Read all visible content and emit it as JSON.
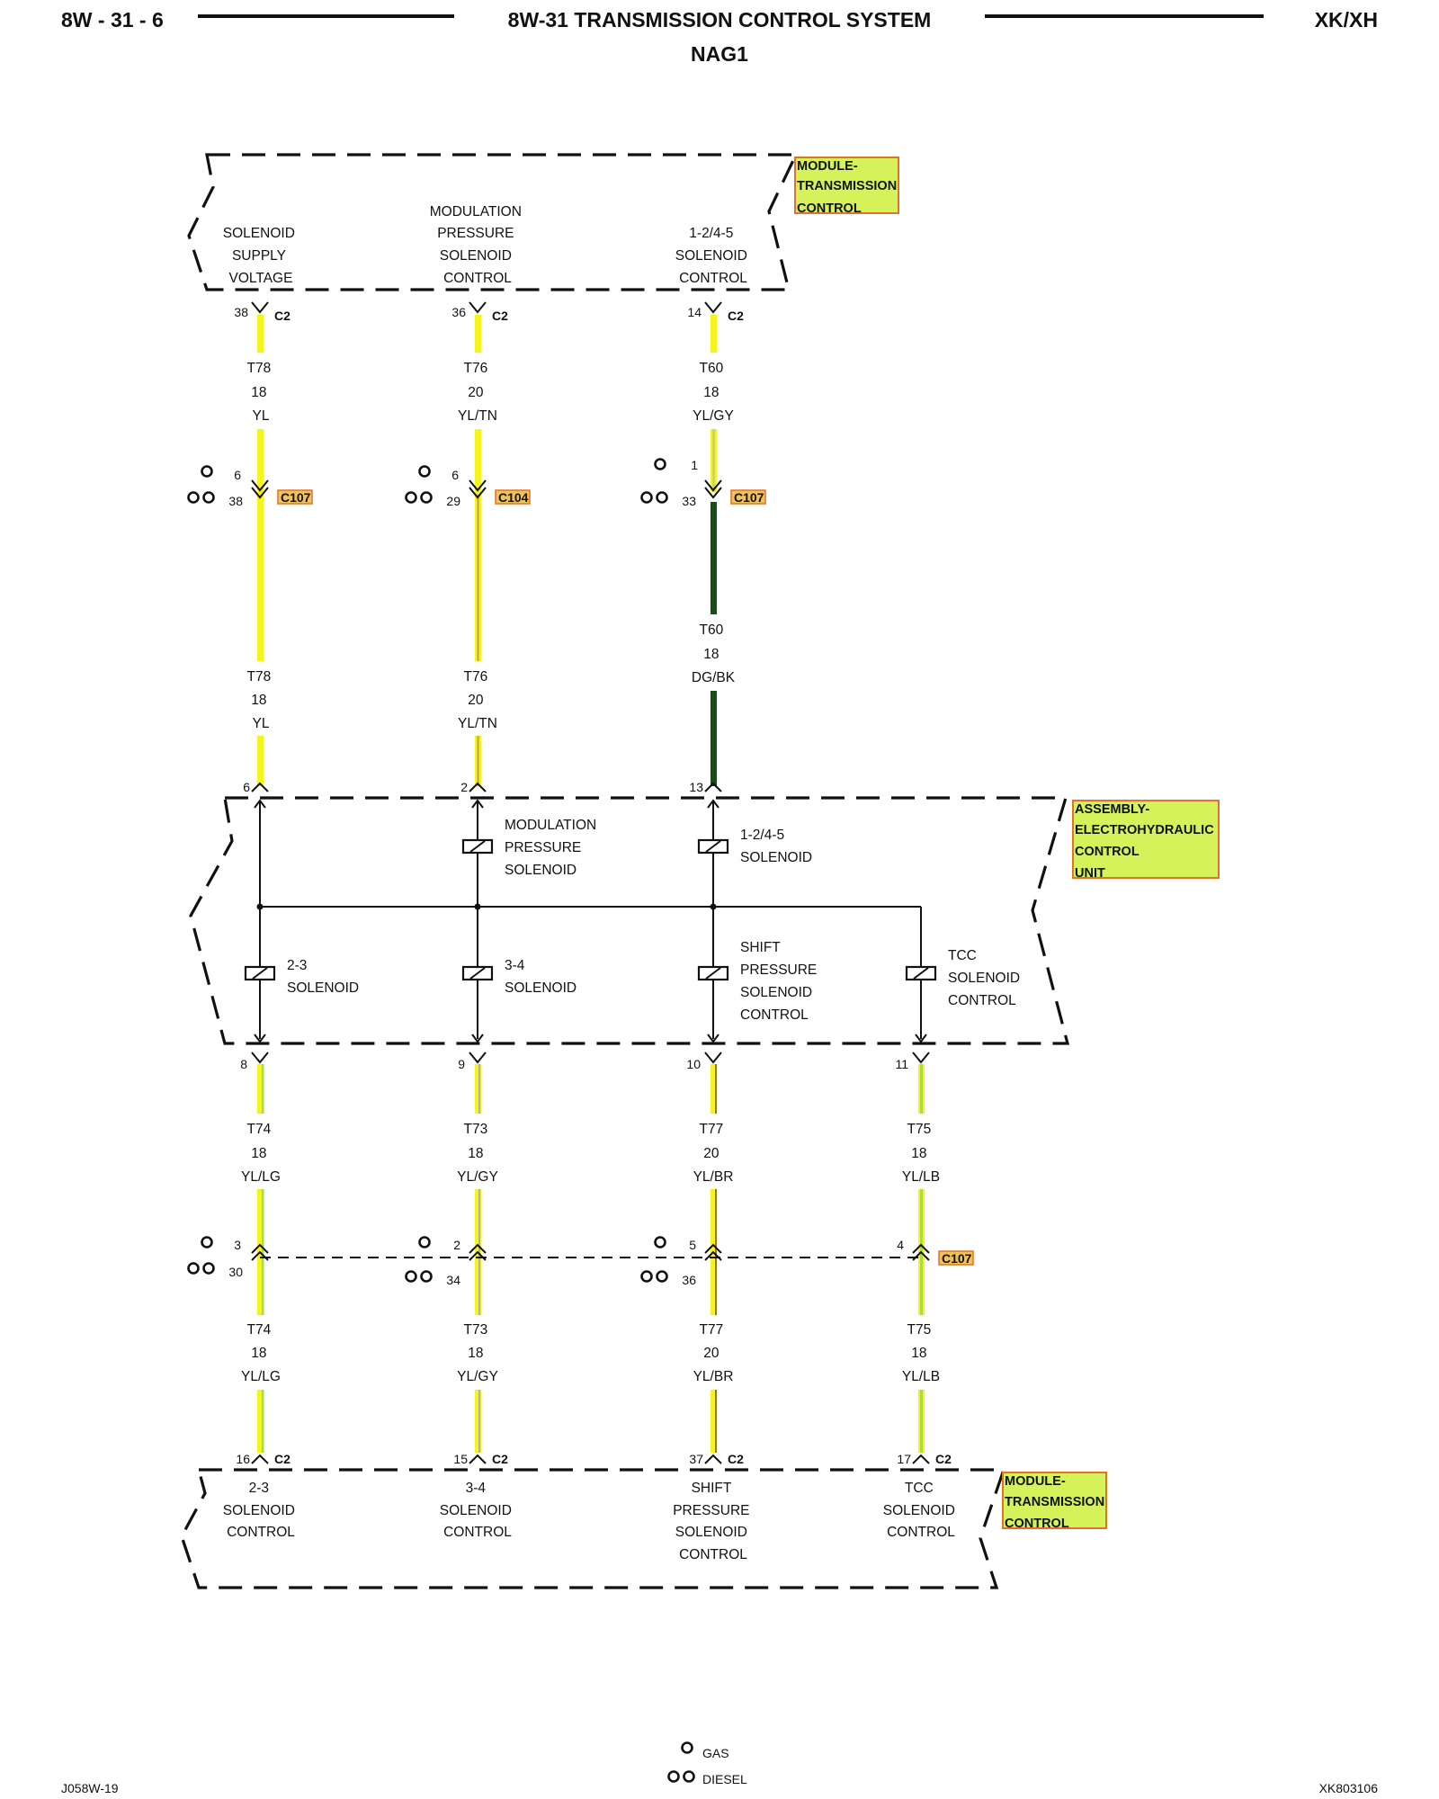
{
  "header": {
    "page_ref": "8W - 31 - 6",
    "title": "8W-31 TRANSMISSION CONTROL SYSTEM",
    "subtitle": "NAG1",
    "model": "XK/XH"
  },
  "components": {
    "tcm_top": {
      "name_lines": [
        "MODULE-",
        "TRANSMISSION",
        "CONTROL"
      ]
    },
    "ehcu": {
      "name_lines": [
        "ASSEMBLY-",
        "ELECTROHYDRAULIC",
        "CONTROL",
        "UNIT"
      ]
    },
    "tcm_bottom": {
      "name_lines": [
        "MODULE-",
        "TRANSMISSION",
        "CONTROL"
      ]
    }
  },
  "top_functions": [
    {
      "lines": [
        "SOLENOID",
        "SUPPLY",
        "VOLTAGE"
      ]
    },
    {
      "lines": [
        "MODULATION",
        "PRESSURE",
        "SOLENOID",
        "CONTROL"
      ]
    },
    {
      "lines": [
        "1-2/4-5",
        "SOLENOID",
        "CONTROL"
      ]
    }
  ],
  "top_pins": [
    {
      "pin": "38",
      "connector": "C2"
    },
    {
      "pin": "36",
      "connector": "C2"
    },
    {
      "pin": "14",
      "connector": "C2"
    }
  ],
  "top_wires": [
    {
      "circuit": "T78",
      "gauge": "18",
      "color": "YL"
    },
    {
      "circuit": "T76",
      "gauge": "20",
      "color": "YL/TN"
    },
    {
      "circuit": "T60",
      "gauge": "18",
      "color": "YL/GY"
    }
  ],
  "mid_connectors": [
    {
      "gas_pin": "6",
      "diesel_pin": "38",
      "connector": "C107"
    },
    {
      "gas_pin": "6",
      "diesel_pin": "29",
      "connector": "C104"
    },
    {
      "gas_pin": "1",
      "diesel_pin": "33",
      "connector": "C107"
    }
  ],
  "lower_wires": [
    {
      "circuit": "T78",
      "gauge": "18",
      "color": "YL"
    },
    {
      "circuit": "T76",
      "gauge": "20",
      "color": "YL/TN"
    },
    {
      "circuit": "T60",
      "gauge": "18",
      "color": "DG/BK"
    }
  ],
  "ehcu_top_pins": [
    "6",
    "2",
    "13"
  ],
  "ehcu_solenoids": [
    {
      "lines": [
        "MODULATION",
        "PRESSURE",
        "SOLENOID"
      ]
    },
    {
      "lines": [
        "1-2/4-5",
        "SOLENOID"
      ]
    },
    {
      "lines": [
        "2-3",
        "SOLENOID"
      ]
    },
    {
      "lines": [
        "3-4",
        "SOLENOID"
      ]
    },
    {
      "lines": [
        "SHIFT",
        "PRESSURE",
        "SOLENOID",
        "CONTROL"
      ]
    },
    {
      "lines": [
        "TCC",
        "SOLENOID",
        "CONTROL"
      ]
    }
  ],
  "ehcu_bottom_pins": [
    "8",
    "9",
    "10",
    "11"
  ],
  "bottom_wires_a": [
    {
      "circuit": "T74",
      "gauge": "18",
      "color": "YL/LG"
    },
    {
      "circuit": "T73",
      "gauge": "18",
      "color": "YL/GY"
    },
    {
      "circuit": "T77",
      "gauge": "20",
      "color": "YL/BR"
    },
    {
      "circuit": "T75",
      "gauge": "18",
      "color": "YL/LB"
    }
  ],
  "c107_pins": [
    {
      "gas_pin": "3",
      "diesel_pin": "30"
    },
    {
      "gas_pin": "2",
      "diesel_pin": "34"
    },
    {
      "gas_pin": "5",
      "diesel_pin": "36"
    },
    {
      "gas_pin": "4",
      "diesel_pin": ""
    }
  ],
  "c107_label": "C107",
  "bottom_wires_b": [
    {
      "circuit": "T74",
      "gauge": "18",
      "color": "YL/LG"
    },
    {
      "circuit": "T73",
      "gauge": "18",
      "color": "YL/GY"
    },
    {
      "circuit": "T77",
      "gauge": "20",
      "color": "YL/BR"
    },
    {
      "circuit": "T75",
      "gauge": "18",
      "color": "YL/LB"
    }
  ],
  "bottom_pins": [
    {
      "pin": "16",
      "connector": "C2"
    },
    {
      "pin": "15",
      "connector": "C2"
    },
    {
      "pin": "37",
      "connector": "C2"
    },
    {
      "pin": "17",
      "connector": "C2"
    }
  ],
  "bottom_functions": [
    {
      "lines": [
        "2-3",
        "SOLENOID",
        "CONTROL"
      ]
    },
    {
      "lines": [
        "3-4",
        "SOLENOID",
        "CONTROL"
      ]
    },
    {
      "lines": [
        "SHIFT",
        "PRESSURE",
        "SOLENOID",
        "CONTROL"
      ]
    },
    {
      "lines": [
        "TCC",
        "SOLENOID",
        "CONTROL"
      ]
    }
  ],
  "legend": {
    "gas": "GAS",
    "diesel": "DIESEL"
  },
  "footer": {
    "left_code": "J058W-19",
    "right_code": "XK803106"
  },
  "colors": {
    "yellow": "#f5f51e",
    "light_green": "#99e05a",
    "gray": "#b0b0b0",
    "tan": "#d8b878",
    "brown": "#9a6a30",
    "light_blue": "#88cfee",
    "dark_green": "#1e4a1e",
    "black": "#111111",
    "tag_fill": "#d6f25a",
    "tag_border": "#e0722a"
  }
}
